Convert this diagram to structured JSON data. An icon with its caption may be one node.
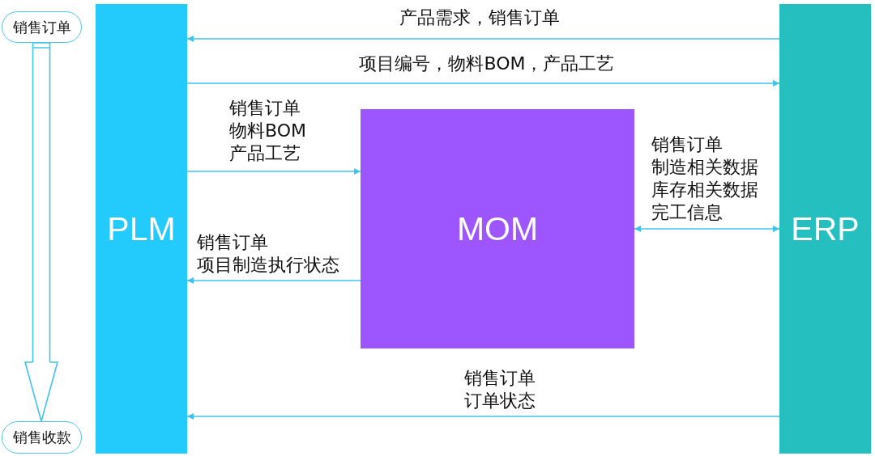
{
  "diagram": {
    "nodes": [
      {
        "text": [
          "销售订单"
        ]
      },
      {
        "text": [
          "销售收款"
        ]
      },
      {
        "text": [
          "PLM"
        ]
      },
      {
        "text": [
          "MOM"
        ]
      },
      {
        "text": [
          "ERP"
        ]
      }
    ],
    "edges": [
      {
        "from": 0,
        "to": 1,
        "arrow": "to"
      },
      {
        "from": 4,
        "to": 2,
        "arrow": "to",
        "label": "产品需求，销售订单"
      },
      {
        "from": 2,
        "to": 4,
        "arrow": "to",
        "label": "项目编号，物料BOM，产品工艺"
      },
      {
        "from": 2,
        "to": 3,
        "arrow": "to",
        "label": "销售订单物料BOM产品工艺"
      },
      {
        "from": 3,
        "to": 4,
        "arrow": "both",
        "label": "销售订单制造相关数据库存相关数据完工信息"
      },
      {
        "from": 3,
        "to": 2,
        "arrow": "to",
        "label": "销售订单项目制造执行状态"
      },
      {
        "from": 4,
        "to": 2,
        "arrow": "to",
        "label": "销售订单订单状态"
      }
    ]
  }
}
